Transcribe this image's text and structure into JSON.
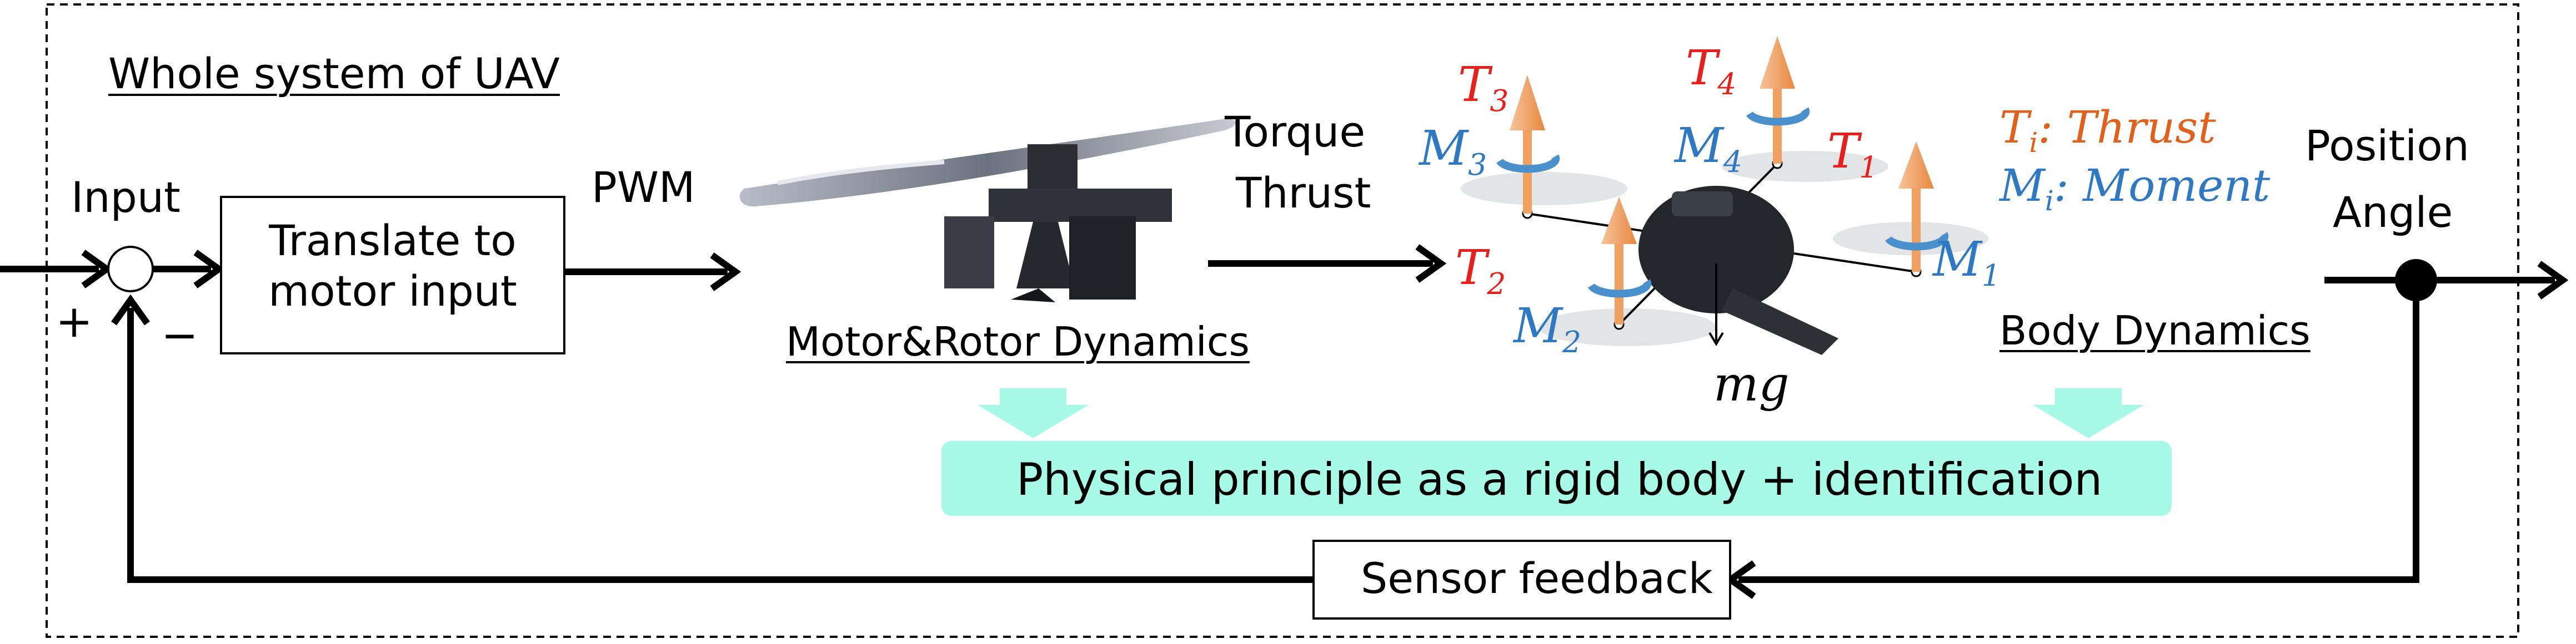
{
  "system_title": "Whole system of UAV",
  "input_label": "Input",
  "plus_sign": "+",
  "minus_sign": "−",
  "translate_box": [
    "Translate to",
    "motor input"
  ],
  "pwm_label": "PWM",
  "motor_output": [
    "Torque",
    "Thrust"
  ],
  "motor_dynamics_label": "Motor&Rotor Dynamics",
  "body_dynamics_label": "Body Dynamics",
  "outputs": [
    "Position",
    "Angle"
  ],
  "principle_label": "Physical principle as a rigid body + identification",
  "sensor_feedback_label": "Sensor feedback",
  "legend": {
    "thrust": {
      "symbol": "T",
      "sub": "i",
      "text": ": Thrust"
    },
    "moment": {
      "symbol": "M",
      "sub": "i",
      "text": ": Moment"
    }
  },
  "drone_labels": {
    "T1": {
      "symbol": "T",
      "sub": "1"
    },
    "T2": {
      "symbol": "T",
      "sub": "2"
    },
    "T3": {
      "symbol": "T",
      "sub": "3"
    },
    "T4": {
      "symbol": "T",
      "sub": "4"
    },
    "M1": {
      "symbol": "M",
      "sub": "1"
    },
    "M2": {
      "symbol": "M",
      "sub": "2"
    },
    "M3": {
      "symbol": "M",
      "sub": "3"
    },
    "M4": {
      "symbol": "M",
      "sub": "4"
    },
    "mg": "mg"
  },
  "colors": {
    "thrust": "#e8201c",
    "moment": "#2f78c4",
    "legend_thrust": "#e0601c",
    "principle_fill": "#a6fae6",
    "arrow_orange": "#f0a060"
  }
}
